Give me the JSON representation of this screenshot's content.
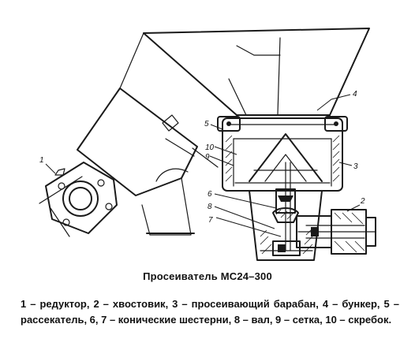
{
  "figure": {
    "labels": {
      "l1": "1",
      "l2": "2",
      "l3": "3",
      "l4": "4",
      "l5": "5",
      "l6": "6",
      "l7": "7",
      "l8": "8",
      "l9": "9",
      "l10": "10"
    }
  },
  "caption": {
    "title": "Просеиватель МС24–300",
    "legend": "1 – редуктор, 2 – хвостовик, 3 – просеивающий барабан, 4 – бункер, 5 – рассекатель, 6, 7 – конические шестерни, 8 – вал, 9 – сетка, 10 – скребок."
  }
}
